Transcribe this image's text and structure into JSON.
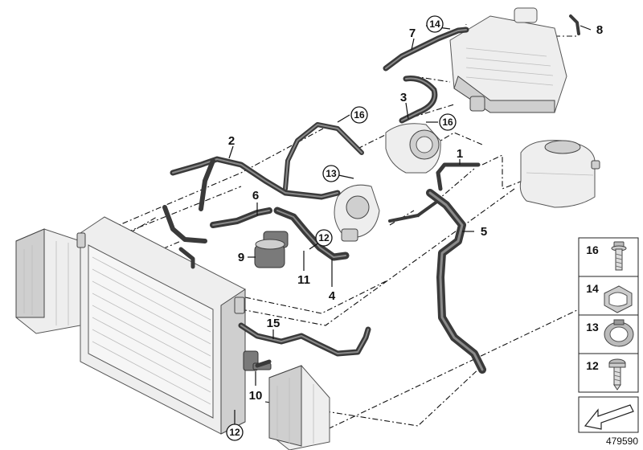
{
  "callouts": {
    "c1": "1",
    "c2": "2",
    "c3": "3",
    "c4": "4",
    "c5": "5",
    "c6": "6",
    "c7": "7",
    "c8": "8",
    "c9": "9",
    "c10": "10",
    "c11": "11",
    "c15": "15"
  },
  "circled_callouts": {
    "c14_top": "14",
    "c16_upper": "16",
    "c16_right": "16",
    "c13": "13",
    "c12_center": "12",
    "c12_bottom": "12"
  },
  "legend": {
    "items": [
      {
        "number": "16",
        "icon": "bolt-flange-icon"
      },
      {
        "number": "14",
        "icon": "hose-clip-icon"
      },
      {
        "number": "13",
        "icon": "clamp-ring-icon"
      },
      {
        "number": "12",
        "icon": "screw-icon"
      }
    ],
    "arrow_icon": "direction-arrow-icon"
  },
  "drawing_id": "479590"
}
